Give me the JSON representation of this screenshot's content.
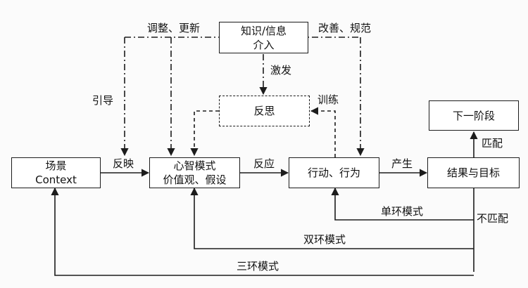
{
  "diagram": {
    "nodes": {
      "context": {
        "line1": "场景",
        "line2": "Context"
      },
      "mental_model": {
        "line1": "心智模式",
        "line2": "价值观、假设"
      },
      "action": {
        "line1": "行动、行为"
      },
      "result": {
        "line1": "结果与目标"
      },
      "next_stage": {
        "line1": "下一阶段"
      },
      "knowledge": {
        "line1": "知识/信息",
        "line2": "介入"
      },
      "reflection": {
        "line1": "反思"
      }
    },
    "edge_labels": {
      "reflect": "反映",
      "respond": "反应",
      "produce": "产生",
      "match": "匹配",
      "mismatch": "不匹配",
      "single_loop": "单环模式",
      "double_loop": "双环模式",
      "triple_loop": "三环模式",
      "adjust_update": "调整、更新",
      "improve_standardize": "改善、规范",
      "guide": "引导",
      "stimulate": "激发",
      "train": "训练"
    }
  },
  "colors": {
    "line": "#1c1c1c",
    "box_fill": "#ffffff",
    "canvas": "#fbfbfb"
  }
}
